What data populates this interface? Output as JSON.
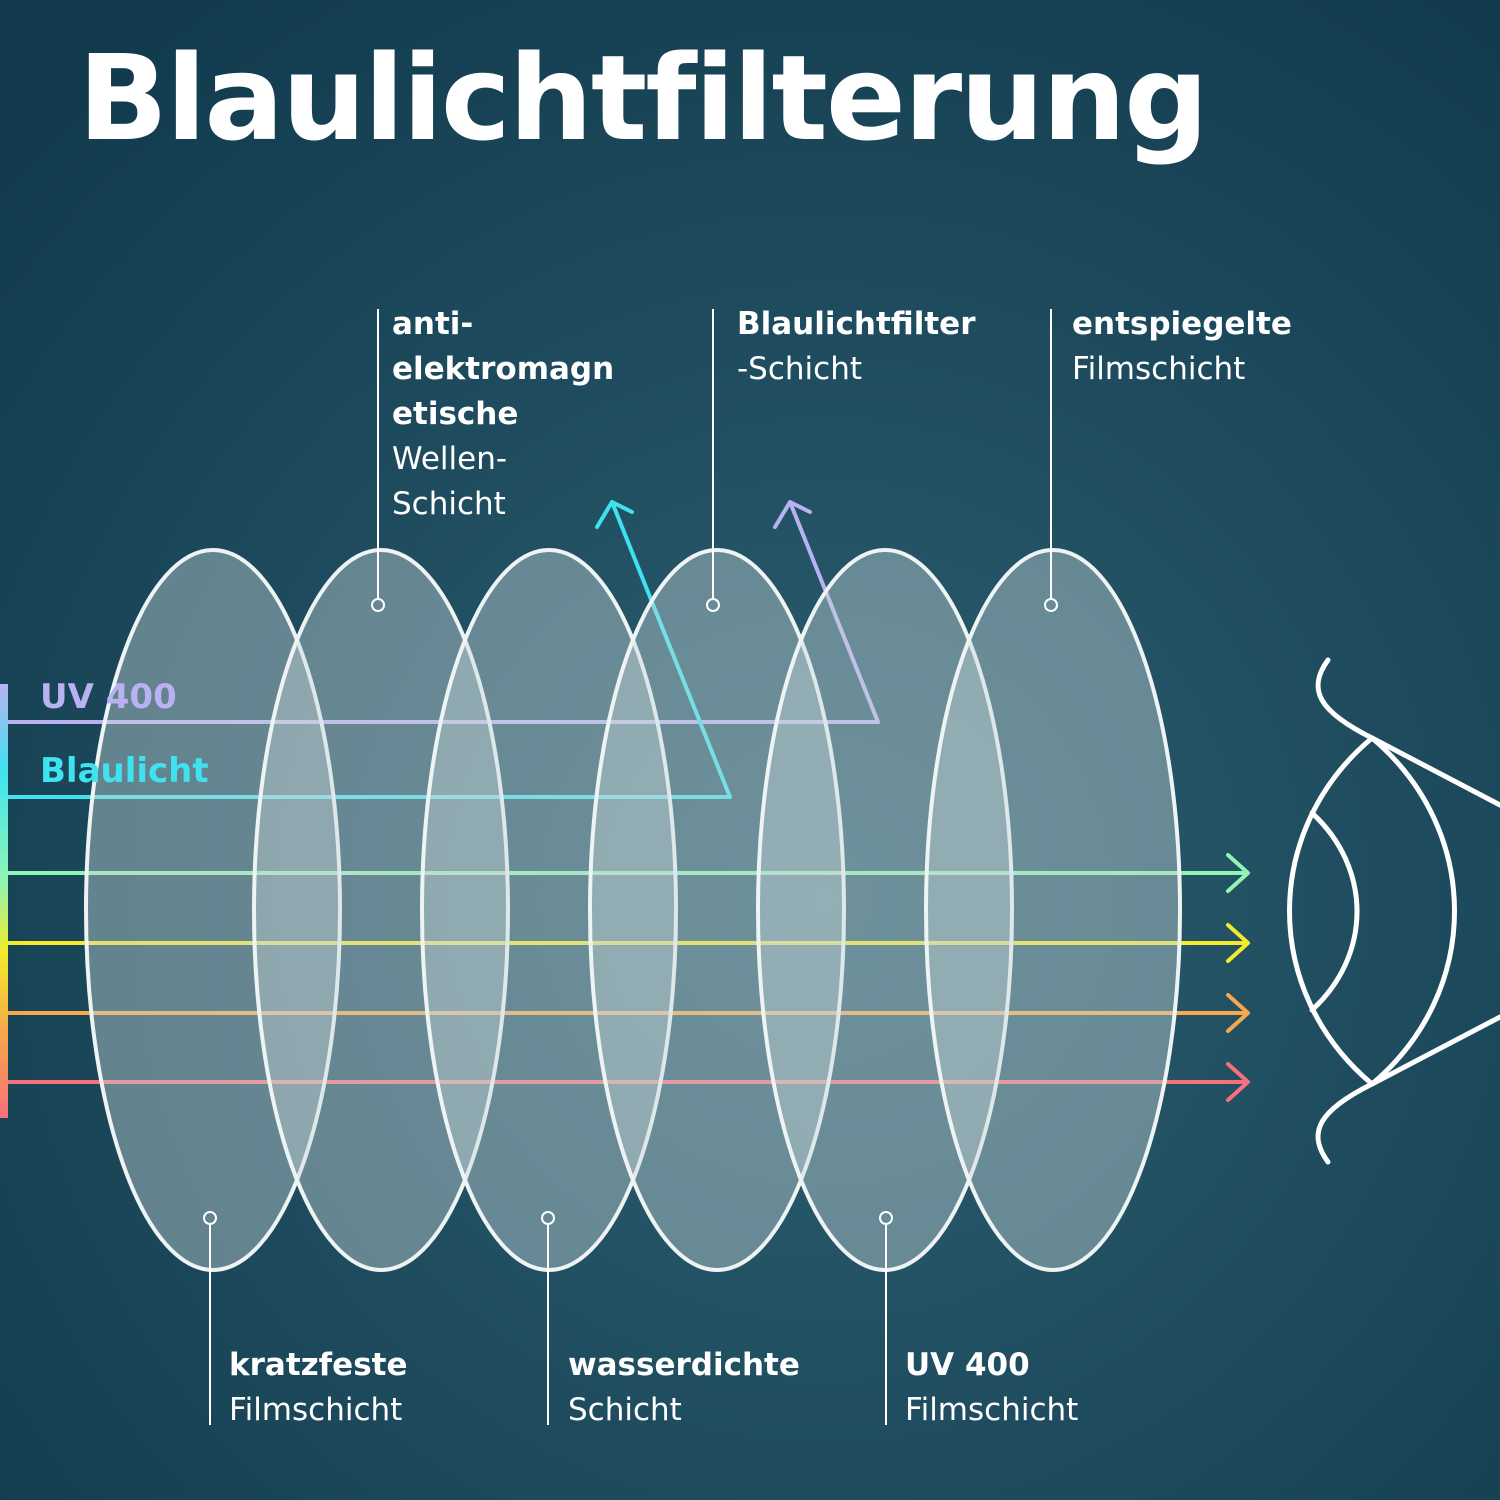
{
  "title": "Blaulichtfilterung",
  "layers_top": [
    {
      "bold": "anti-",
      "bold2": "elektromagn",
      "bold3": "etische",
      "normal": "Wellen-",
      "normal2": "Schicht"
    },
    {
      "bold": "Blaulichtfilter",
      "normal": "-Schicht"
    },
    {
      "bold": "entspiegelte",
      "normal": "Filmschicht"
    }
  ],
  "layers_bottom": [
    {
      "bold": "kratzfeste",
      "normal": "Filmschicht"
    },
    {
      "bold": "wasserdichte",
      "normal": "Schicht"
    },
    {
      "bold": "UV 400",
      "normal": "Filmschicht"
    }
  ],
  "rays": {
    "uv400": {
      "label": "UV 400",
      "color": "#b9b2f2"
    },
    "blue": {
      "label": "Blaulicht",
      "color": "#3fe3f0"
    },
    "green": {
      "color": "#8ff5b4"
    },
    "yellow": {
      "color": "#f2ec2b"
    },
    "orange": {
      "color": "#f6a84a"
    },
    "red": {
      "color": "#f7707c"
    }
  },
  "icons": {
    "eye": "eye-icon"
  },
  "colors": {
    "background_inner": "#2c5f70",
    "background_outer": "#113a4d",
    "lens_fill": "#c7d6da",
    "lens_stroke": "#eef3f4"
  }
}
